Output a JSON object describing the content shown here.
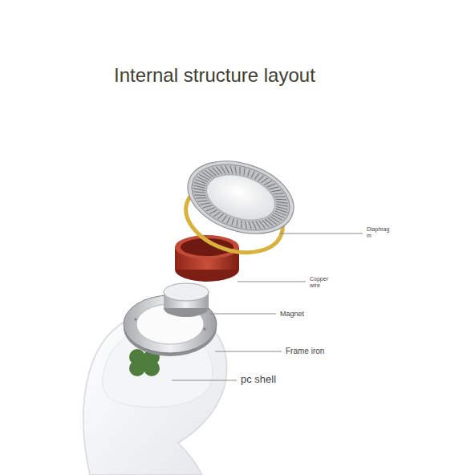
{
  "diagram": {
    "title": "Internal structure layout",
    "labels": [
      "Diaphrag m",
      "Copper wire",
      "Magnet",
      "Frame iron",
      "pc shell"
    ]
  }
}
